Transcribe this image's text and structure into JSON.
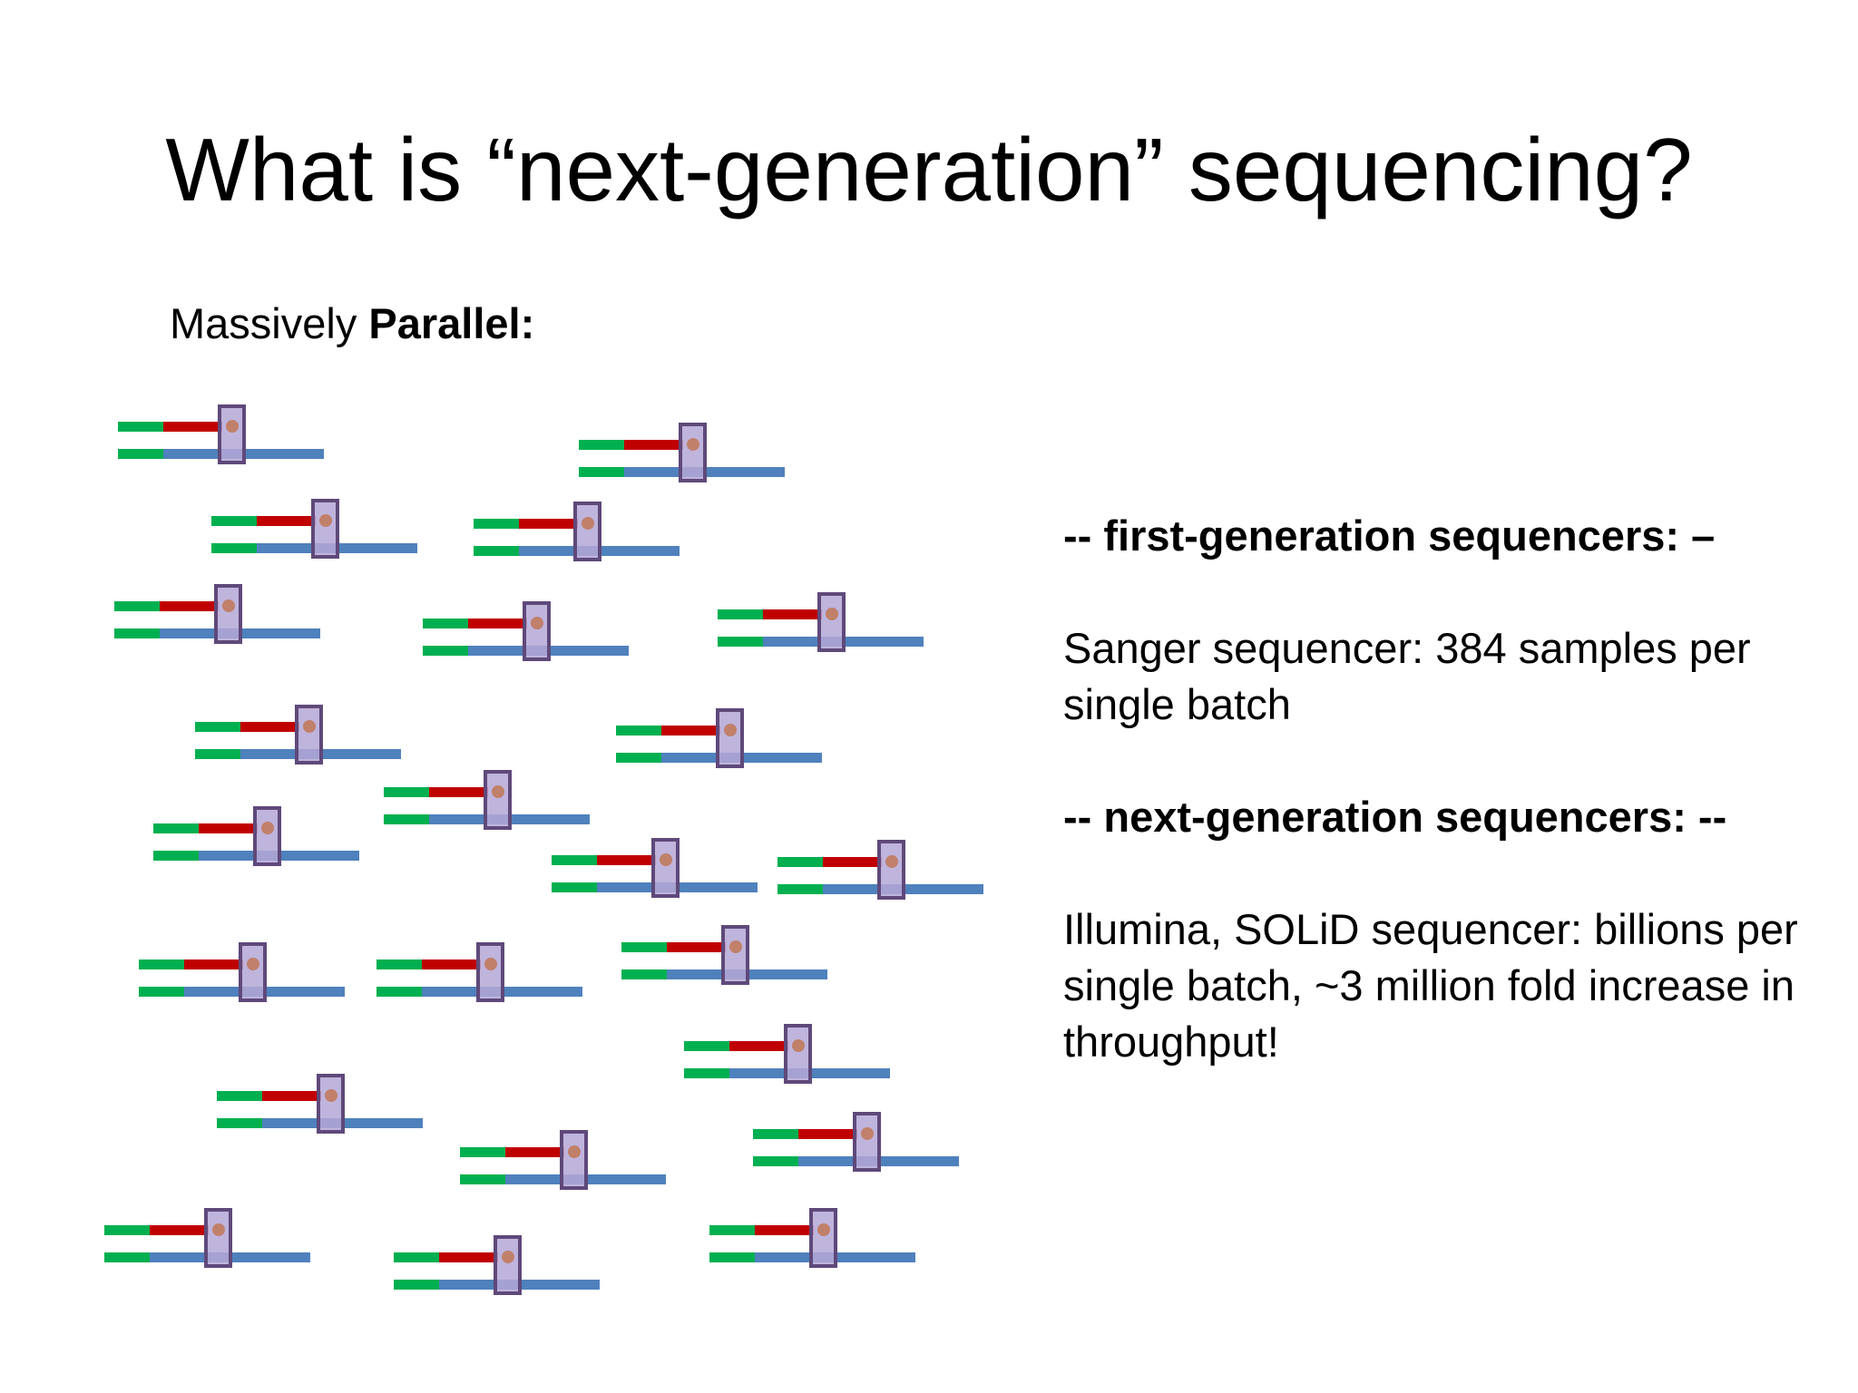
{
  "slide": {
    "title": "What is “next-generation” sequencing?",
    "subtitle_prefix": "Massively ",
    "subtitle_bold": "Parallel:"
  },
  "text_block": {
    "first_gen_heading": "-- first-generation sequencers: –",
    "first_gen_body": "Sanger sequencer: 384 samples per single batch",
    "next_gen_heading": "-- next-generation sequencers: --",
    "next_gen_body": "Illumina, SOLiD sequencer: billions per single batch, ~3 million fold increase in throughput!"
  },
  "illustration": {
    "read_count": 23,
    "colors": {
      "adapter": "#00b050",
      "primer": "#c00000",
      "template": "#4f81bd",
      "polymerase_fill": "#b4a7d6",
      "polymerase_border": "#5f497a",
      "nucleotide": "#c0806a"
    }
  }
}
